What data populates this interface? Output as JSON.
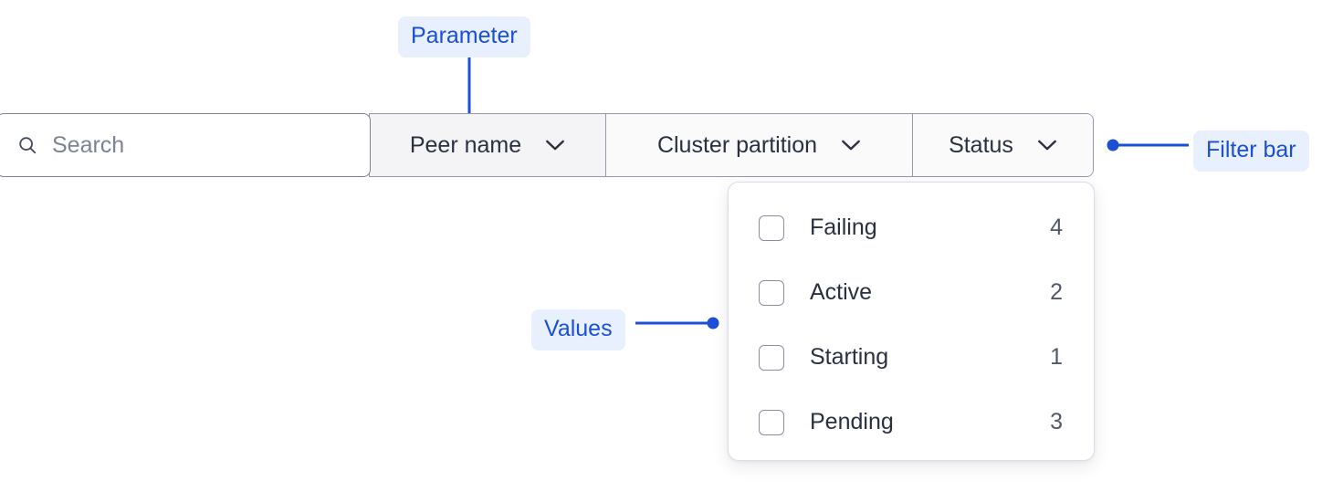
{
  "filter_bar": {
    "search": {
      "icon": "search-icon",
      "placeholder": "Search",
      "value": ""
    },
    "segments": [
      {
        "label": "Peer name",
        "icon": "chevron-down-icon",
        "selected": true
      },
      {
        "label": "Cluster partition",
        "icon": "chevron-down-icon",
        "selected": false
      },
      {
        "label": "Status",
        "icon": "chevron-down-icon",
        "selected": false
      }
    ]
  },
  "status_dropdown": {
    "options": [
      {
        "label": "Failing",
        "count": "4",
        "checked": false
      },
      {
        "label": "Active",
        "count": "2",
        "checked": false
      },
      {
        "label": "Starting",
        "count": "1",
        "checked": false
      },
      {
        "label": "Pending",
        "count": "3",
        "checked": false
      }
    ]
  },
  "annotations": [
    {
      "id": "parameter",
      "label": "Parameter"
    },
    {
      "id": "values",
      "label": "Values"
    },
    {
      "id": "filter_bar",
      "label": "Filter bar"
    }
  ],
  "colors": {
    "annotation_text": "#1a4fd6",
    "annotation_bg": "#e9f0fd",
    "connector": "#1a4fd6",
    "bar_border": "#7d8396",
    "segment_bg": "#fafafb",
    "segment_active_bg": "#f4f4f6",
    "text": "#2b3040",
    "placeholder": "#7d8396"
  }
}
